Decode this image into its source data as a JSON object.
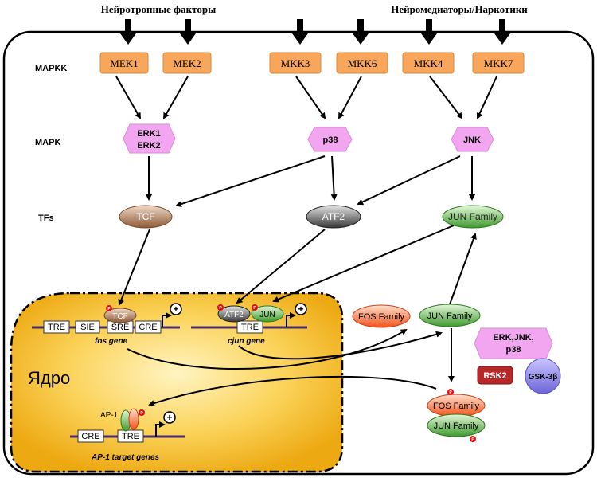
{
  "inputs": {
    "neurotrophic": "Нейротропные факторы",
    "neuromediators": "Нейромедиаторы/Наркотики"
  },
  "levels": {
    "mapkk": "MAPKK",
    "mapk": "MAPK",
    "tfs": "TFs"
  },
  "mapkk": [
    "MEK1",
    "MEK2",
    "MKK3",
    "MKK6",
    "MKK4",
    "MKK7"
  ],
  "mapk": {
    "erk_line1": "ERK1",
    "erk_line2": "ERK2",
    "p38": "p38",
    "jnk": "JNK"
  },
  "tfs": {
    "tcf": "TCF",
    "atf2": "ATF2",
    "jun_family": "JUN Family"
  },
  "nucleus": {
    "label": "Ядро",
    "fos_gene": {
      "factor": "TCF",
      "elements": [
        "TRE",
        "SIE",
        "SRE",
        "CRE"
      ],
      "caption": "fos gene"
    },
    "cjun_gene": {
      "factor1": "ATF2",
      "factor2": "JUN",
      "element": "TRE",
      "caption": "cjun gene"
    },
    "ap1_gene": {
      "factor": "AP-1",
      "elements": [
        "CRE",
        "TRE"
      ],
      "caption": "AP-1 target genes"
    }
  },
  "cytoplasm": {
    "fos_family": "FOS Family",
    "jun_family": "JUN Family",
    "kinases_line1": "ERK,JNK,",
    "kinases_line2": "p38",
    "rsk2": "RSK2",
    "gsk3b": "GSK-3β",
    "complex_fos": "FOS Family",
    "complex_jun": "JUN Family"
  },
  "symbols": {
    "phospho": "P",
    "plus": "+"
  },
  "colors": {
    "mapkk_fill": "#f4a460",
    "mapk_fill": "#f3a6f0",
    "tcf_fill": "#b07a55",
    "atf2_fill": "#555555",
    "jun_fill": "#4fa83b",
    "fos_fill": "#ff6a2a",
    "nucleus_fill": "#f7c02a",
    "dna_line": "#4b2a6e",
    "phospho_fill": "#e01010",
    "gsk_fill": "#8a82e0",
    "rsk_fill": "#b82828"
  }
}
